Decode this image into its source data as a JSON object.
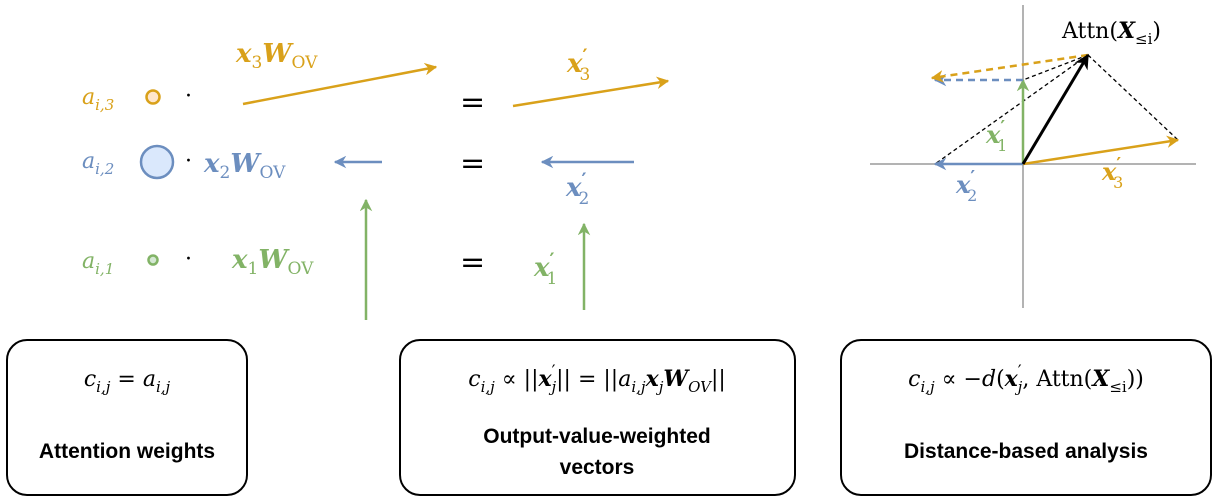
{
  "colors": {
    "orange": "#d9a11a",
    "blue": "#6c8ebf",
    "blue_fill": "#dae8fc",
    "green": "#82b366",
    "green_fill": "#d5e8d4",
    "orange_fill": "#ffe6cc",
    "black": "#000000",
    "axis": "#b3b3b3"
  },
  "rows": [
    {
      "weight": "a",
      "weight_sub": "i,3",
      "vec": "x",
      "vec_sub": "3",
      "mat": "W",
      "mat_sub": "OV",
      "result": "x",
      "result_sub": "3",
      "prime": "′",
      "equals": "=",
      "dot": "·"
    },
    {
      "weight": "a",
      "weight_sub": "i,2",
      "vec": "x",
      "vec_sub": "2",
      "mat": "W",
      "mat_sub": "OV",
      "result": "x",
      "result_sub": "2",
      "prime": "′",
      "equals": "=",
      "dot": "·"
    },
    {
      "weight": "a",
      "weight_sub": "i,1",
      "vec": "x",
      "vec_sub": "1",
      "mat": "W",
      "mat_sub": "OV",
      "result": "x",
      "result_sub": "1",
      "prime": "′",
      "equals": "=",
      "dot": "·"
    }
  ],
  "plot": {
    "attn_label": "Attn(",
    "attn_X": "X",
    "attn_sub": "≤i",
    "attn_close": ")",
    "labels": [
      {
        "base": "x",
        "prime": "′",
        "sub": "1"
      },
      {
        "base": "x",
        "prime": "′",
        "sub": "2"
      },
      {
        "base": "x",
        "prime": "′",
        "sub": "3"
      }
    ]
  },
  "boxes": [
    {
      "formula": "c_{i,j} = a_{i,j}",
      "title_lines": [
        "Attention weights"
      ]
    },
    {
      "formula": "c_{i,j} ∝ ||x′_j|| = ||a_{i,j} x_j W_{OV}||",
      "title_lines": [
        "Output-value-weighted",
        "vectors"
      ]
    },
    {
      "formula": "c_{i,j} ∝ −d(x′_j, Attn(X_{≤i}))",
      "title_lines": [
        "Distance-based analysis"
      ]
    }
  ]
}
